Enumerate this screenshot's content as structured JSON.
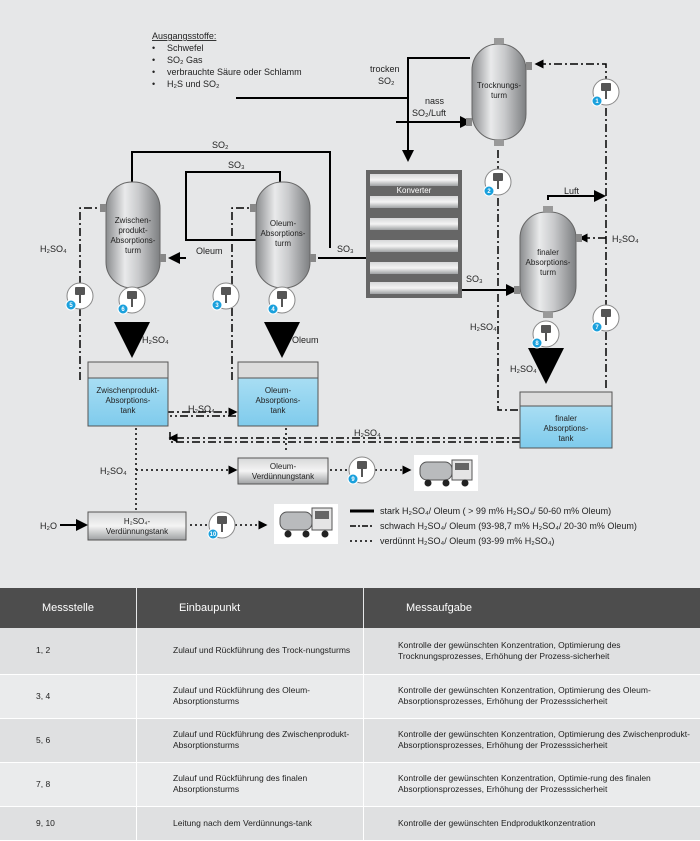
{
  "inputs": {
    "heading": "Ausgangsstoffe:",
    "items": [
      "Schwefel",
      "SO₂ Gas",
      "verbrauchte Säure oder Schlamm",
      "H₂S und SO₂"
    ]
  },
  "labels": {
    "trocken_so2": [
      "trocken",
      "SO₂"
    ],
    "nass_so2": [
      "nass",
      "SO₂/Luft"
    ],
    "so2_top": "SO₂",
    "so3_top": "SO₃",
    "so3_mid": "SO₃",
    "so3_right": "SO₃",
    "luft": "Luft",
    "h2so4": "H₂SO₄",
    "oleum": "Oleum"
  },
  "units": {
    "trocknungsturm": [
      "Trocknungs-",
      "turm"
    ],
    "konverter": "Konverter",
    "zwischen_turm": [
      "Zwischen-",
      "produkt-",
      "Absorptions-",
      "turm"
    ],
    "oleum_turm": [
      "Oleum-",
      "Absorptions-",
      "turm"
    ],
    "final_turm": [
      "finaler",
      "Absorptions-",
      "turm"
    ],
    "zwischen_tank": [
      "Zwischenprodukt-",
      "Absorptions-",
      "tank"
    ],
    "oleum_tank": [
      "Oleum-",
      "Absorptions-",
      "tank"
    ],
    "final_tank": [
      "finaler",
      "Absorptions-",
      "tank"
    ],
    "oleum_verd": [
      "Oleum-",
      "Verdünnungstank"
    ],
    "h2so4_verd": [
      "H₂SO₄-",
      "Verdünnungstank"
    ],
    "h2o": "H₂O"
  },
  "sensors": [
    "1",
    "2",
    "3",
    "4",
    "5",
    "6",
    "7",
    "8",
    "9",
    "10"
  ],
  "legend": [
    {
      "style": "solid",
      "text": "stark H₂SO₄/ Oleum ( > 99 m% H₂SO₄/ 50-60 m% Oleum)"
    },
    {
      "style": "dashdot",
      "text": "schwach H₂SO₄/ Oleum (93-98,7 m% H₂SO₄/ 20-30 m% Oleum)"
    },
    {
      "style": "dotted",
      "text": "verdünnt H₂SO₄/ Oleum (93-99 m% H₂SO₄)"
    }
  ],
  "table": {
    "headers": [
      "Messstelle",
      "Einbaupunkt",
      "Messaufgabe"
    ],
    "rows": [
      {
        "stelle": "1, 2",
        "punkt": "Zulauf und Rückführung des Trock-nungsturms",
        "aufgabe": "Kontrolle der gewünschten Konzentration, Optimierung des Trocknungsprozesses, Erhöhung der Prozess-sicherheit"
      },
      {
        "stelle": "3, 4",
        "punkt": "Zulauf und Rückführung des Oleum-Absorptionsturms",
        "aufgabe": "Kontrolle der gewünschten Konzentration, Optimierung des Oleum-Absorptionsprozesses, Erhöhung der Prozesssicherheit"
      },
      {
        "stelle": "5, 6",
        "punkt": "Zulauf und Rückführung des Zwischenprodukt-Absorptionsturms",
        "aufgabe": "Kontrolle der gewünschten Konzentration, Optimierung des Zwischenprodukt-Absorptionsprozesses, Erhöhung der Prozesssicherheit"
      },
      {
        "stelle": "7, 8",
        "punkt": "Zulauf und Rückführung des finalen Absorptionsturms",
        "aufgabe": "Kontrolle der gewünschten Konzentration, Optimie-rung des finalen Absorptionsprozesses, Erhöhung der Prozesssicherheit"
      },
      {
        "stelle": "9, 10",
        "punkt": "Leitung nach dem Verdünnungs-tank",
        "aufgabe": "Kontrolle der gewünschten Endproduktkonzentration"
      }
    ]
  },
  "colors": {
    "tank_water": "#8fd3ef",
    "sensor_blue": "#1aa0dc",
    "header_bg": "#4d4d4d"
  }
}
